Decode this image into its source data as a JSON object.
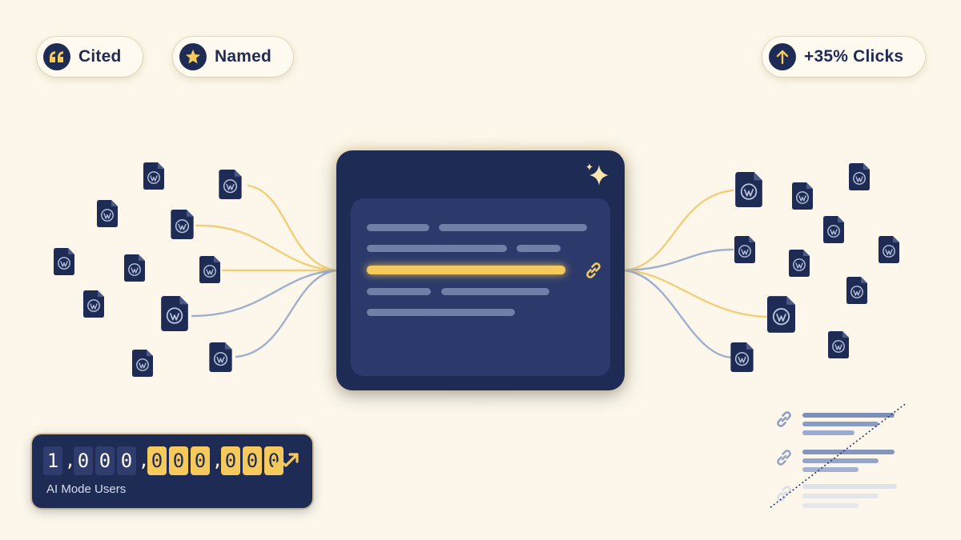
{
  "badges": {
    "cited": {
      "label": "Cited",
      "icon": "quote-icon"
    },
    "named": {
      "label": "Named",
      "icon": "star-icon"
    },
    "clicks": {
      "label": "+35% Clicks",
      "icon": "arrow-up-icon"
    }
  },
  "counter": {
    "digits": [
      "1",
      ",",
      "0",
      "0",
      "0",
      ",",
      "0",
      "0",
      "0",
      ",",
      "0",
      "0",
      "0"
    ],
    "highlighted_from_index": 6,
    "caption": "AI Mode Users",
    "icon": "trend-up-icon"
  },
  "colors": {
    "navy": "#1e2b55",
    "gold": "#f6c95c",
    "background": "#fcf7ea",
    "slate": "#8a9cc4"
  },
  "icons": {
    "document": "wordpress-document-icon",
    "link": "chain-link-icon",
    "sparkle": "sparkle-icon"
  }
}
